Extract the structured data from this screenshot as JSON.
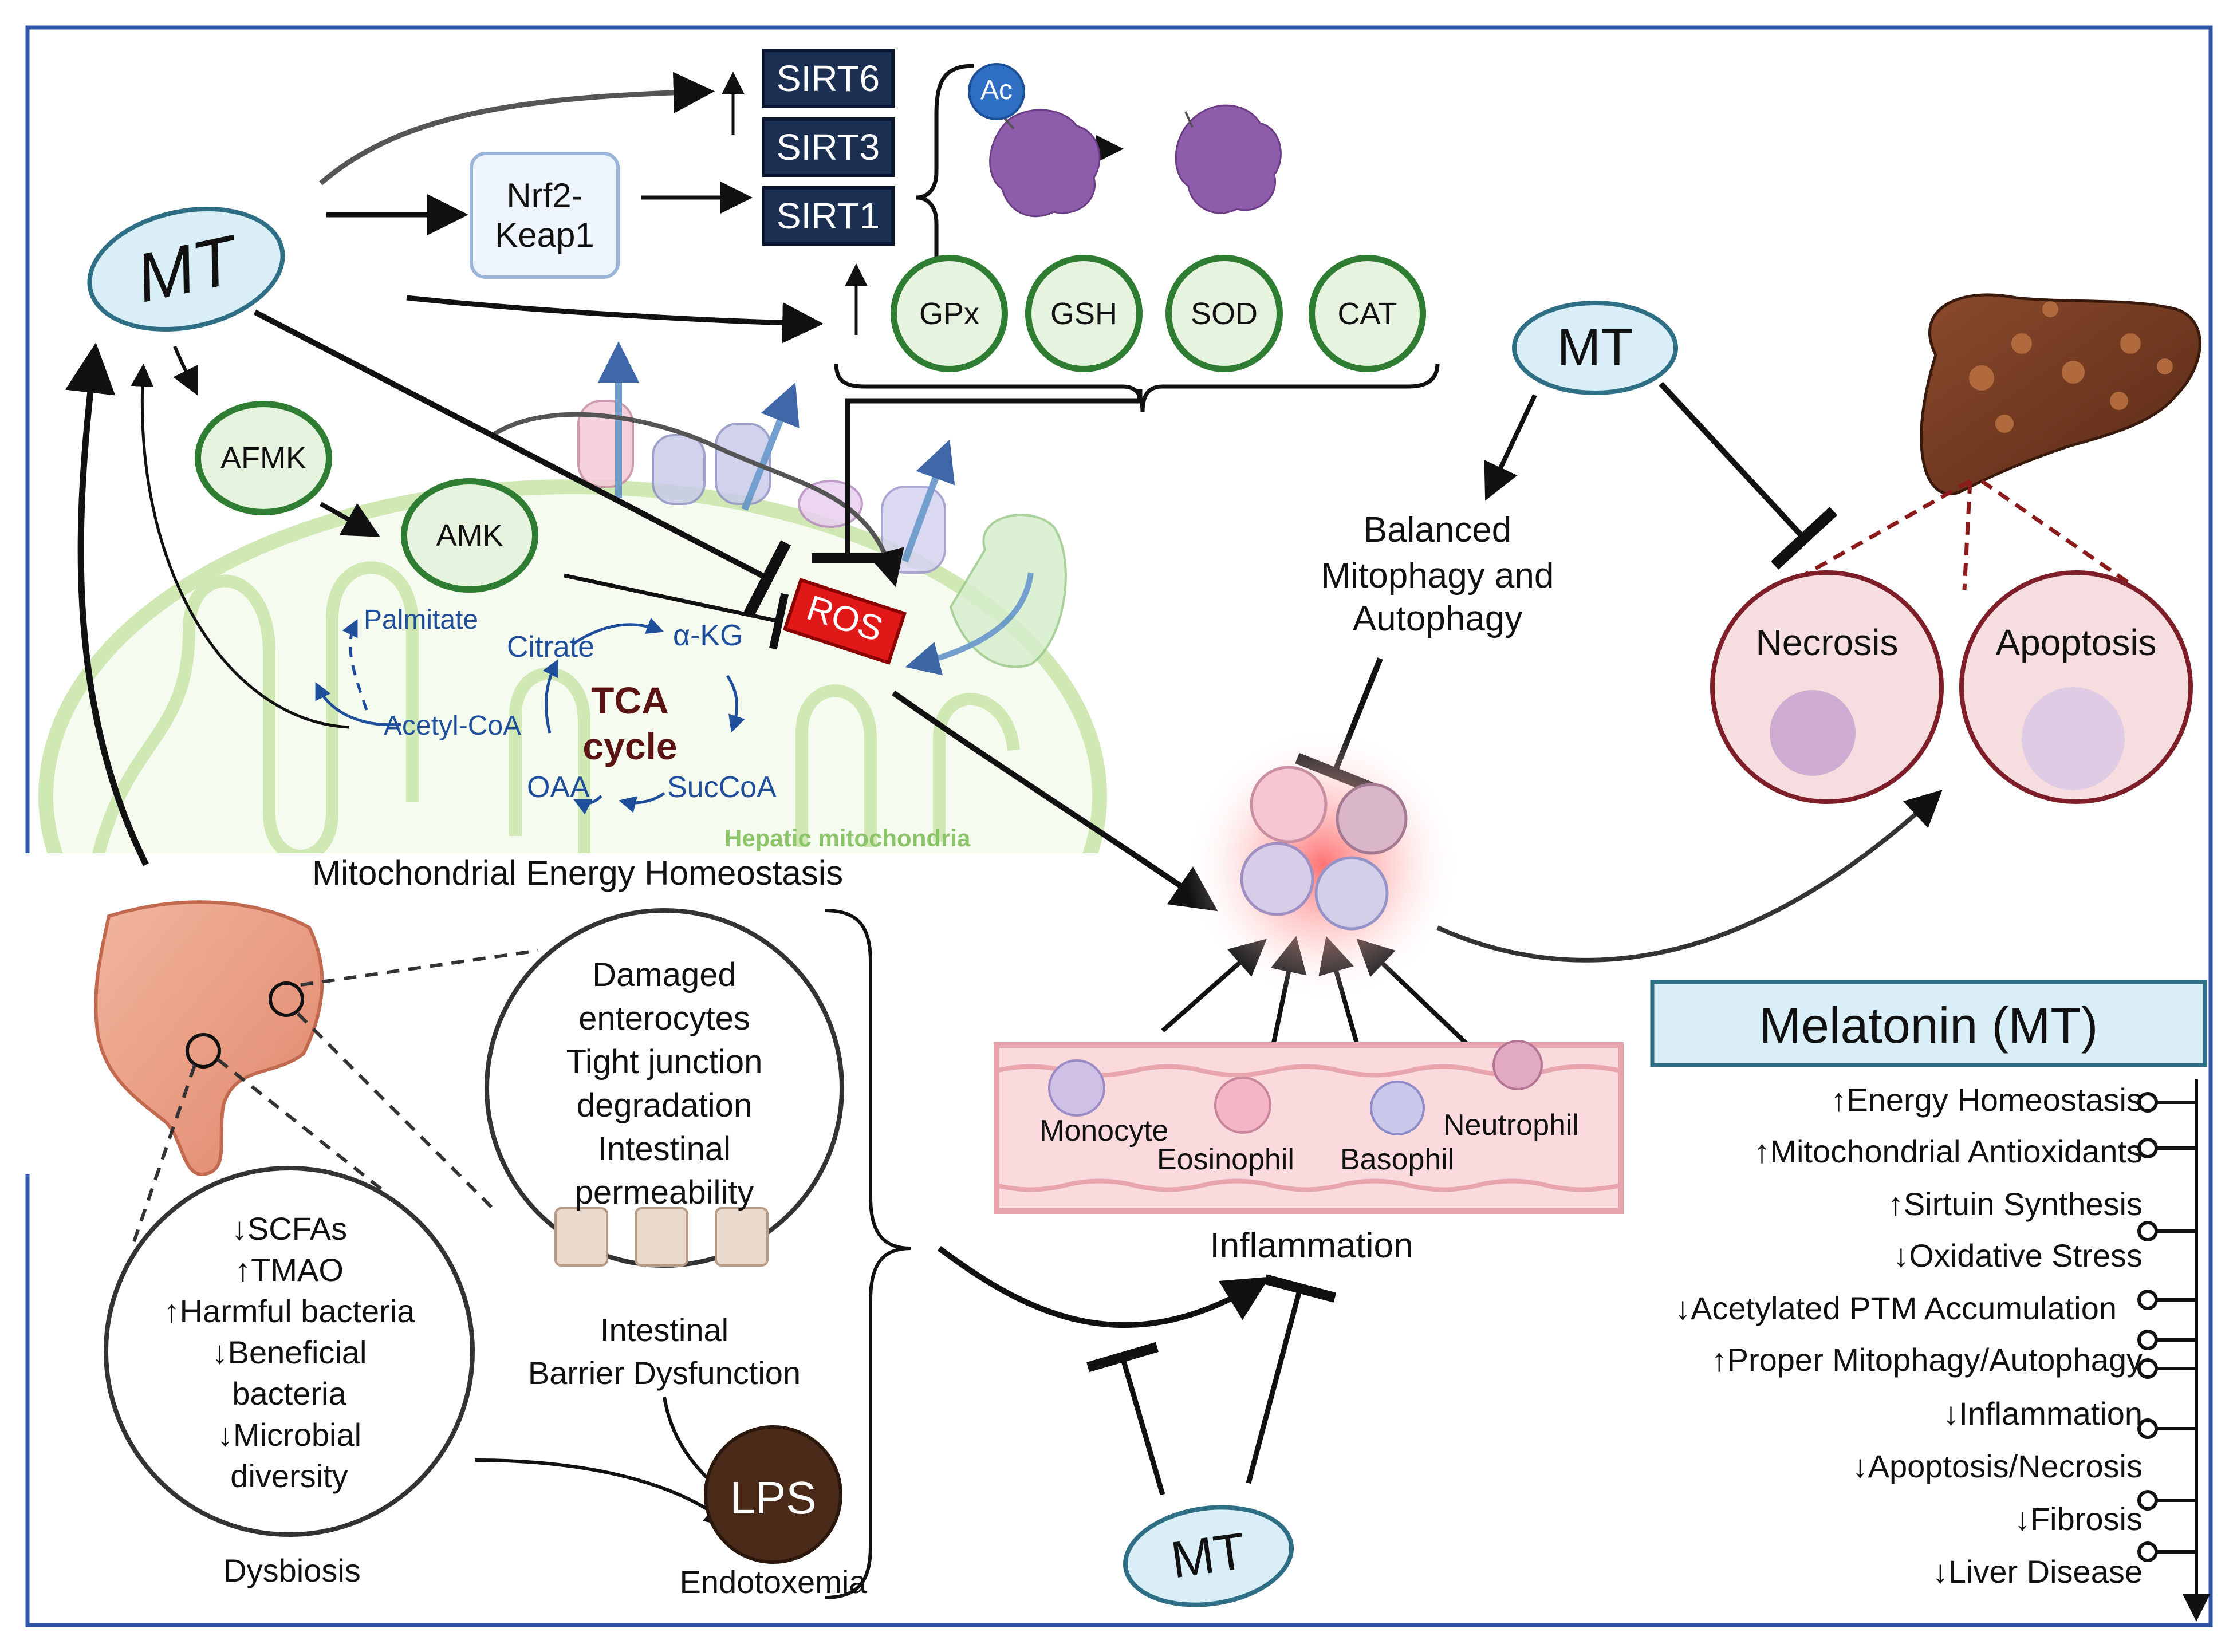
{
  "mt_label": "MT",
  "sirtuins": [
    "SIRT6",
    "SIRT3",
    "SIRT1"
  ],
  "nrf2": {
    "line1": "Nrf2-",
    "line2": "Keap1"
  },
  "ac_label": "Ac",
  "antioxidants": [
    "GPx",
    "GSH",
    "SOD",
    "CAT"
  ],
  "metabolites": {
    "afmk": "AFMK",
    "amk": "AMK"
  },
  "ros_label": "ROS",
  "tca": {
    "title_line1": "TCA",
    "title_line2": "cycle",
    "citrate": "Citrate",
    "akg": "α-KG",
    "succoa": "SucCoA",
    "oaa": "OAA",
    "acetyl_coa": "Acetyl-CoA",
    "palmitate": "Palmitate"
  },
  "hepatic_mitochondria": "Hepatic mitochondria",
  "mito_energy": "Mitochondrial Energy Homeostasis",
  "mitophagy": {
    "line1": "Balanced",
    "line2": "Mitophagy and",
    "line3": "Autophagy"
  },
  "necrosis": "Necrosis",
  "apoptosis": "Apoptosis",
  "gut_bubble": [
    "Damaged",
    "enterocytes",
    "Tight junction",
    "degradation",
    "Intestinal",
    "permeability"
  ],
  "barrier": {
    "line1": "Intestinal",
    "line2": "Barrier Dysfunction"
  },
  "dysbiosis_items": [
    "↓SCFAs",
    "↑TMAO",
    "↑Harmful bacteria",
    "↓Beneficial",
    "bacteria",
    "↓Microbial",
    "diversity"
  ],
  "dysbiosis": "Dysbiosis",
  "lps": "LPS",
  "endotoxemia": "Endotoxemia",
  "cells": {
    "monocyte": "Monocyte",
    "eosinophil": "Eosinophil",
    "basophil": "Basophil",
    "neutrophil": "Neutrophil"
  },
  "inflammation": "Inflammation",
  "legend": {
    "title": "Melatonin (MT)",
    "items": [
      "↑Energy Homeostasis",
      "↑Mitochondrial Antioxidants",
      "↑Sirtuin Synthesis",
      "↓Oxidative Stress",
      "↓Acetylated PTM Accumulation",
      "↑Proper Mitophagy/Autophagy",
      "↓Inflammation",
      "↓Apoptosis/Necrosis",
      "↓Fibrosis",
      "↓Liver Disease"
    ]
  },
  "colors": {
    "frame": "#2f55a4",
    "navy": "#1b2f52",
    "green_border": "#2e7d32",
    "ros": "#e01818",
    "mito_green": "#cfe8b4",
    "lps": "#4a2a18",
    "legend_fill": "#d9eef7"
  }
}
